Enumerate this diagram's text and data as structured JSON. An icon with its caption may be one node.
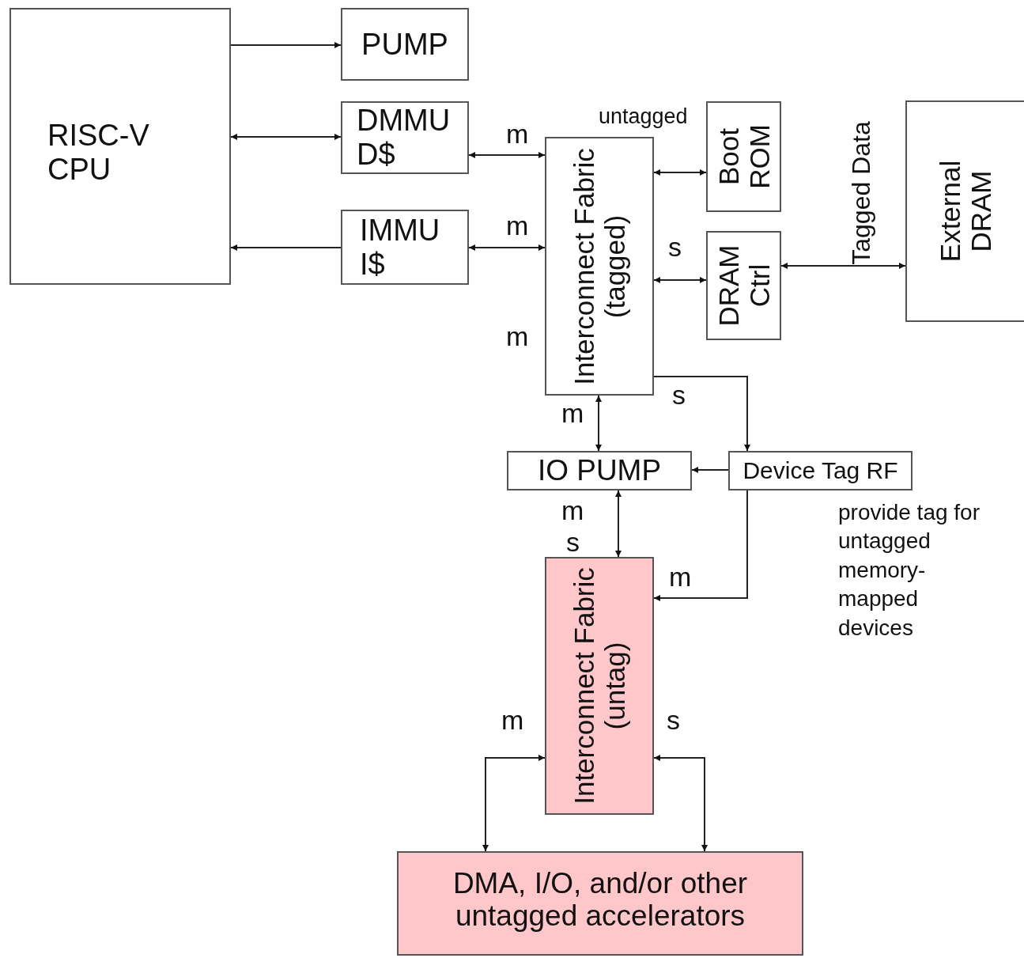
{
  "diagram": {
    "nodes": [
      {
        "text": [
          "RISC-V CPU"
        ]
      },
      {
        "text": [
          "PUMP"
        ]
      },
      {
        "text": [
          "DMMU D$"
        ]
      },
      {
        "text": [
          "IMMU I$"
        ]
      },
      {
        "text": [
          "Interconnect Fabric (tagged)"
        ]
      },
      {
        "text": [
          "Boot ROM"
        ],
        "beside": [
          "untagged"
        ]
      },
      {
        "text": [
          "DRAM Ctrl"
        ]
      },
      {
        "text": [
          "External DRAM"
        ]
      },
      {
        "text": [
          "IO PUMP"
        ]
      },
      {
        "text": [
          "Device Tag RF"
        ],
        "beside": [
          "provide tag for untagged memory-mapped devices"
        ]
      },
      {
        "text": [
          "Interconnect Fabric (untag)"
        ]
      },
      {
        "text": [
          "DMA, I/O, and/or other untagged accelerators"
        ]
      }
    ],
    "edges": [
      {
        "from": 0,
        "to": 1,
        "arrow": "to"
      },
      {
        "from": 0,
        "to": 2,
        "arrow": "both"
      },
      {
        "from": 3,
        "to": 0,
        "arrow": "to"
      },
      {
        "from": 2,
        "to": 4,
        "arrow": "both"
      },
      {
        "from": 3,
        "to": 4,
        "arrow": "both"
      },
      {
        "from": 4,
        "to": 5,
        "arrow": "both"
      },
      {
        "from": 4,
        "to": 6,
        "arrow": "both"
      },
      {
        "from": 6,
        "to": 7,
        "arrow": "both",
        "label": "Tagged Data"
      },
      {
        "from": 4,
        "to": 8,
        "arrow": "both"
      },
      {
        "from": 4,
        "to": 9,
        "arrow": "to"
      },
      {
        "from": 9,
        "to": 8,
        "arrow": "to"
      },
      {
        "from": 8,
        "to": 10,
        "arrow": "both"
      },
      {
        "from": 9,
        "to": 10,
        "arrow": "to"
      },
      {
        "from": 10,
        "to": 11,
        "arrow": "both"
      },
      {
        "from": 10,
        "to": 11,
        "arrow": "both"
      }
    ],
    "labels": [
      "m",
      "m",
      "s",
      "m",
      "s",
      "m",
      "m",
      "s",
      "m",
      "m",
      "s"
    ]
  }
}
